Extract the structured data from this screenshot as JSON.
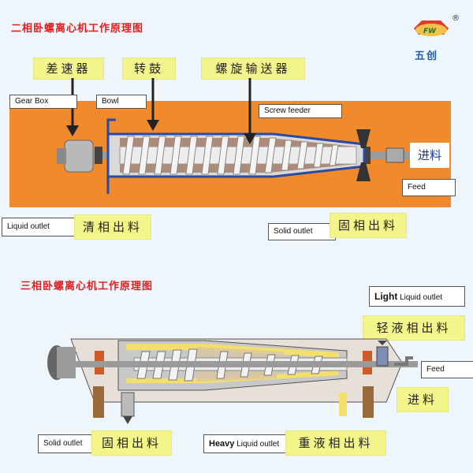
{
  "brand": {
    "name": "五创",
    "mark": "FW",
    "registered": "®"
  },
  "top": {
    "title": "二相卧螺离心机工作原理图",
    "labels_cn": {
      "gearbox": "差速器",
      "bowl": "转鼓",
      "screw": "螺旋输送器",
      "feed": "进料",
      "liquid": "清相出料",
      "solid": "固相出料"
    },
    "labels_en": {
      "gearbox": "Gear Box",
      "bowl": "Bowl",
      "screw": "Screw feeder",
      "feed": "Feed",
      "liquid": "Liquid outlet",
      "solid": "Solid outlet"
    }
  },
  "bottom": {
    "title": "三相卧螺离心机工作原理图",
    "labels_cn": {
      "light": "轻液相出料",
      "feed": "进料",
      "solid": "固相出料",
      "heavy": "重液相出料"
    },
    "labels_en": {
      "light_bold": "Light",
      "light_rest": "Liquid outlet",
      "feed": "Feed",
      "solid": "Solid outlet",
      "heavy_bold": "Heavy",
      "heavy_rest": "Liquid outlet"
    }
  }
}
